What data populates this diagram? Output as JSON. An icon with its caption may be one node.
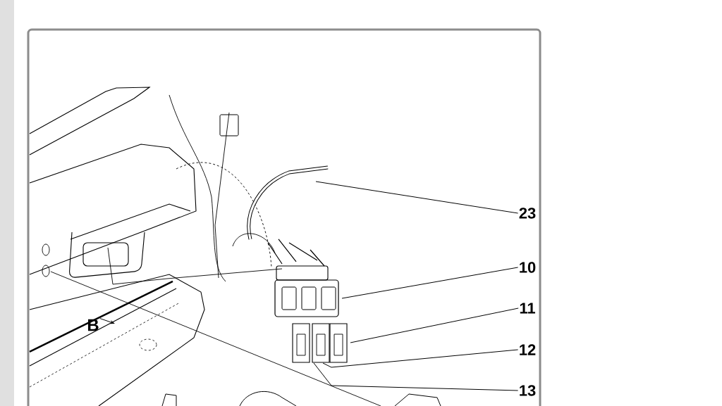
{
  "diagram": {
    "nodes": [
      {
        "text": [
          "23"
        ]
      },
      {
        "text": [
          "10"
        ]
      },
      {
        "text": [
          "11"
        ]
      },
      {
        "text": [
          "12"
        ]
      },
      {
        "text": [
          "13"
        ]
      },
      {
        "text": [
          "B"
        ]
      }
    ],
    "edges": [
      {
        "from": 0,
        "to": null,
        "arrow": "none"
      },
      {
        "from": 1,
        "to": null,
        "arrow": "none"
      },
      {
        "from": 2,
        "to": null,
        "arrow": "none"
      },
      {
        "from": 3,
        "to": null,
        "arrow": "none"
      },
      {
        "from": 4,
        "to": null,
        "arrow": "none"
      },
      {
        "from": 5,
        "to": null,
        "arrow": "to"
      }
    ]
  }
}
